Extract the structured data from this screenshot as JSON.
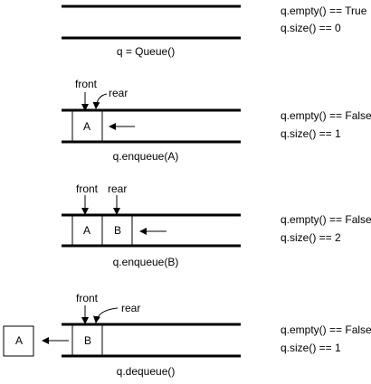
{
  "stages": [
    {
      "caption": "q = Queue()",
      "status_empty": "q.empty() == True",
      "status_size": "q.size() == 0"
    },
    {
      "caption": "q.enqueue(A)",
      "front_label": "front",
      "rear_label": "rear",
      "items": [
        "A"
      ],
      "status_empty": "q.empty() == False",
      "status_size": "q.size() == 1"
    },
    {
      "caption": "q.enqueue(B)",
      "front_label": "front",
      "rear_label": "rear",
      "items": [
        "A",
        "B"
      ],
      "status_empty": "q.empty() == False",
      "status_size": "q.size() == 2"
    },
    {
      "caption": "q.dequeue()",
      "front_label": "front",
      "rear_label": "rear",
      "items": [
        "B"
      ],
      "dequeued_item": "A",
      "status_empty": "q.empty() == False",
      "status_size": "q.size() == 1"
    }
  ]
}
